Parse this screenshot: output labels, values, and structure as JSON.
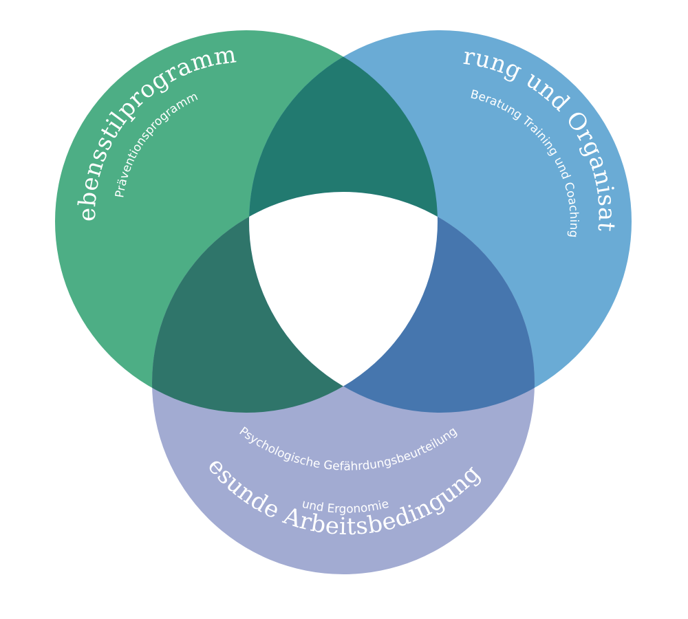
{
  "diagram": {
    "circles": [
      {
        "id": "lebensstil",
        "title": "Lebensstilprogramm",
        "subtitle": "Präventionsprogramm",
        "color": "#4dae85"
      },
      {
        "id": "fuehrung",
        "title": "Führung und Organisation",
        "subtitle": "Beratung Training und Coaching",
        "color": "#6aabd5"
      },
      {
        "id": "arbeit",
        "title": "Gesunde Arbeitsbedingungen",
        "subtitle_line1": "Psychologische Gefährdungsbeurteilung",
        "subtitle_line2": "und Ergonomie",
        "color": "#a2abd2"
      }
    ],
    "overlaps": {
      "green_blue": "#227a70",
      "green_purple": "#2f756a",
      "blue_purple": "#4676ae",
      "center": "#ffffff"
    }
  }
}
